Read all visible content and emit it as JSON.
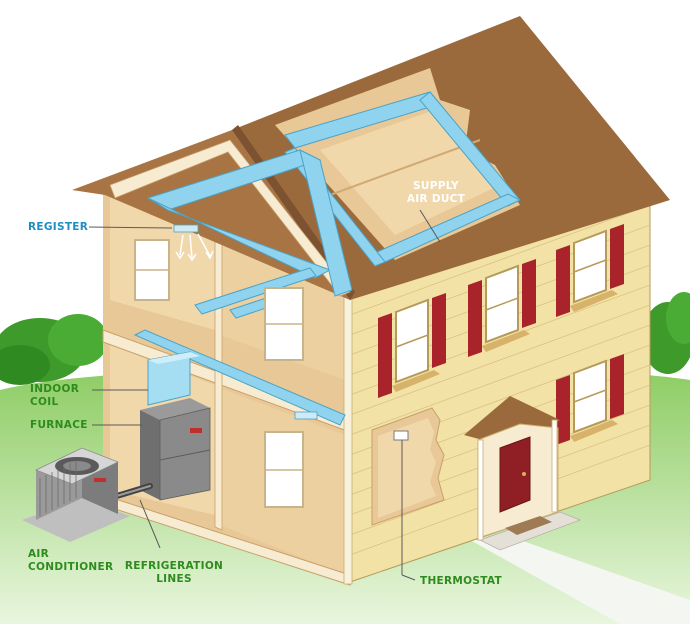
{
  "labels": {
    "register": "REGISTER",
    "supply_duct_line1": "SUPPLY",
    "supply_duct_line2": "AIR DUCT",
    "indoor_coil_line1": "INDOOR",
    "indoor_coil_line2": "COIL",
    "furnace": "FURNACE",
    "air_conditioner_line1": "AIR",
    "air_conditioner_line2": "CONDITIONER",
    "refrigeration_line1": "REFRIGERATION",
    "refrigeration_line2": "LINES",
    "thermostat": "THERMOSTAT"
  },
  "colors": {
    "label_green": "#2e8b1e",
    "label_blue": "#1b8fc4",
    "duct_blue": "#8fd3ee",
    "roof_brown": "#9b6a3c",
    "siding_yellow": "#f3e2a6",
    "shutter_red": "#a8242a",
    "lawn_green": "#8ccc62"
  }
}
